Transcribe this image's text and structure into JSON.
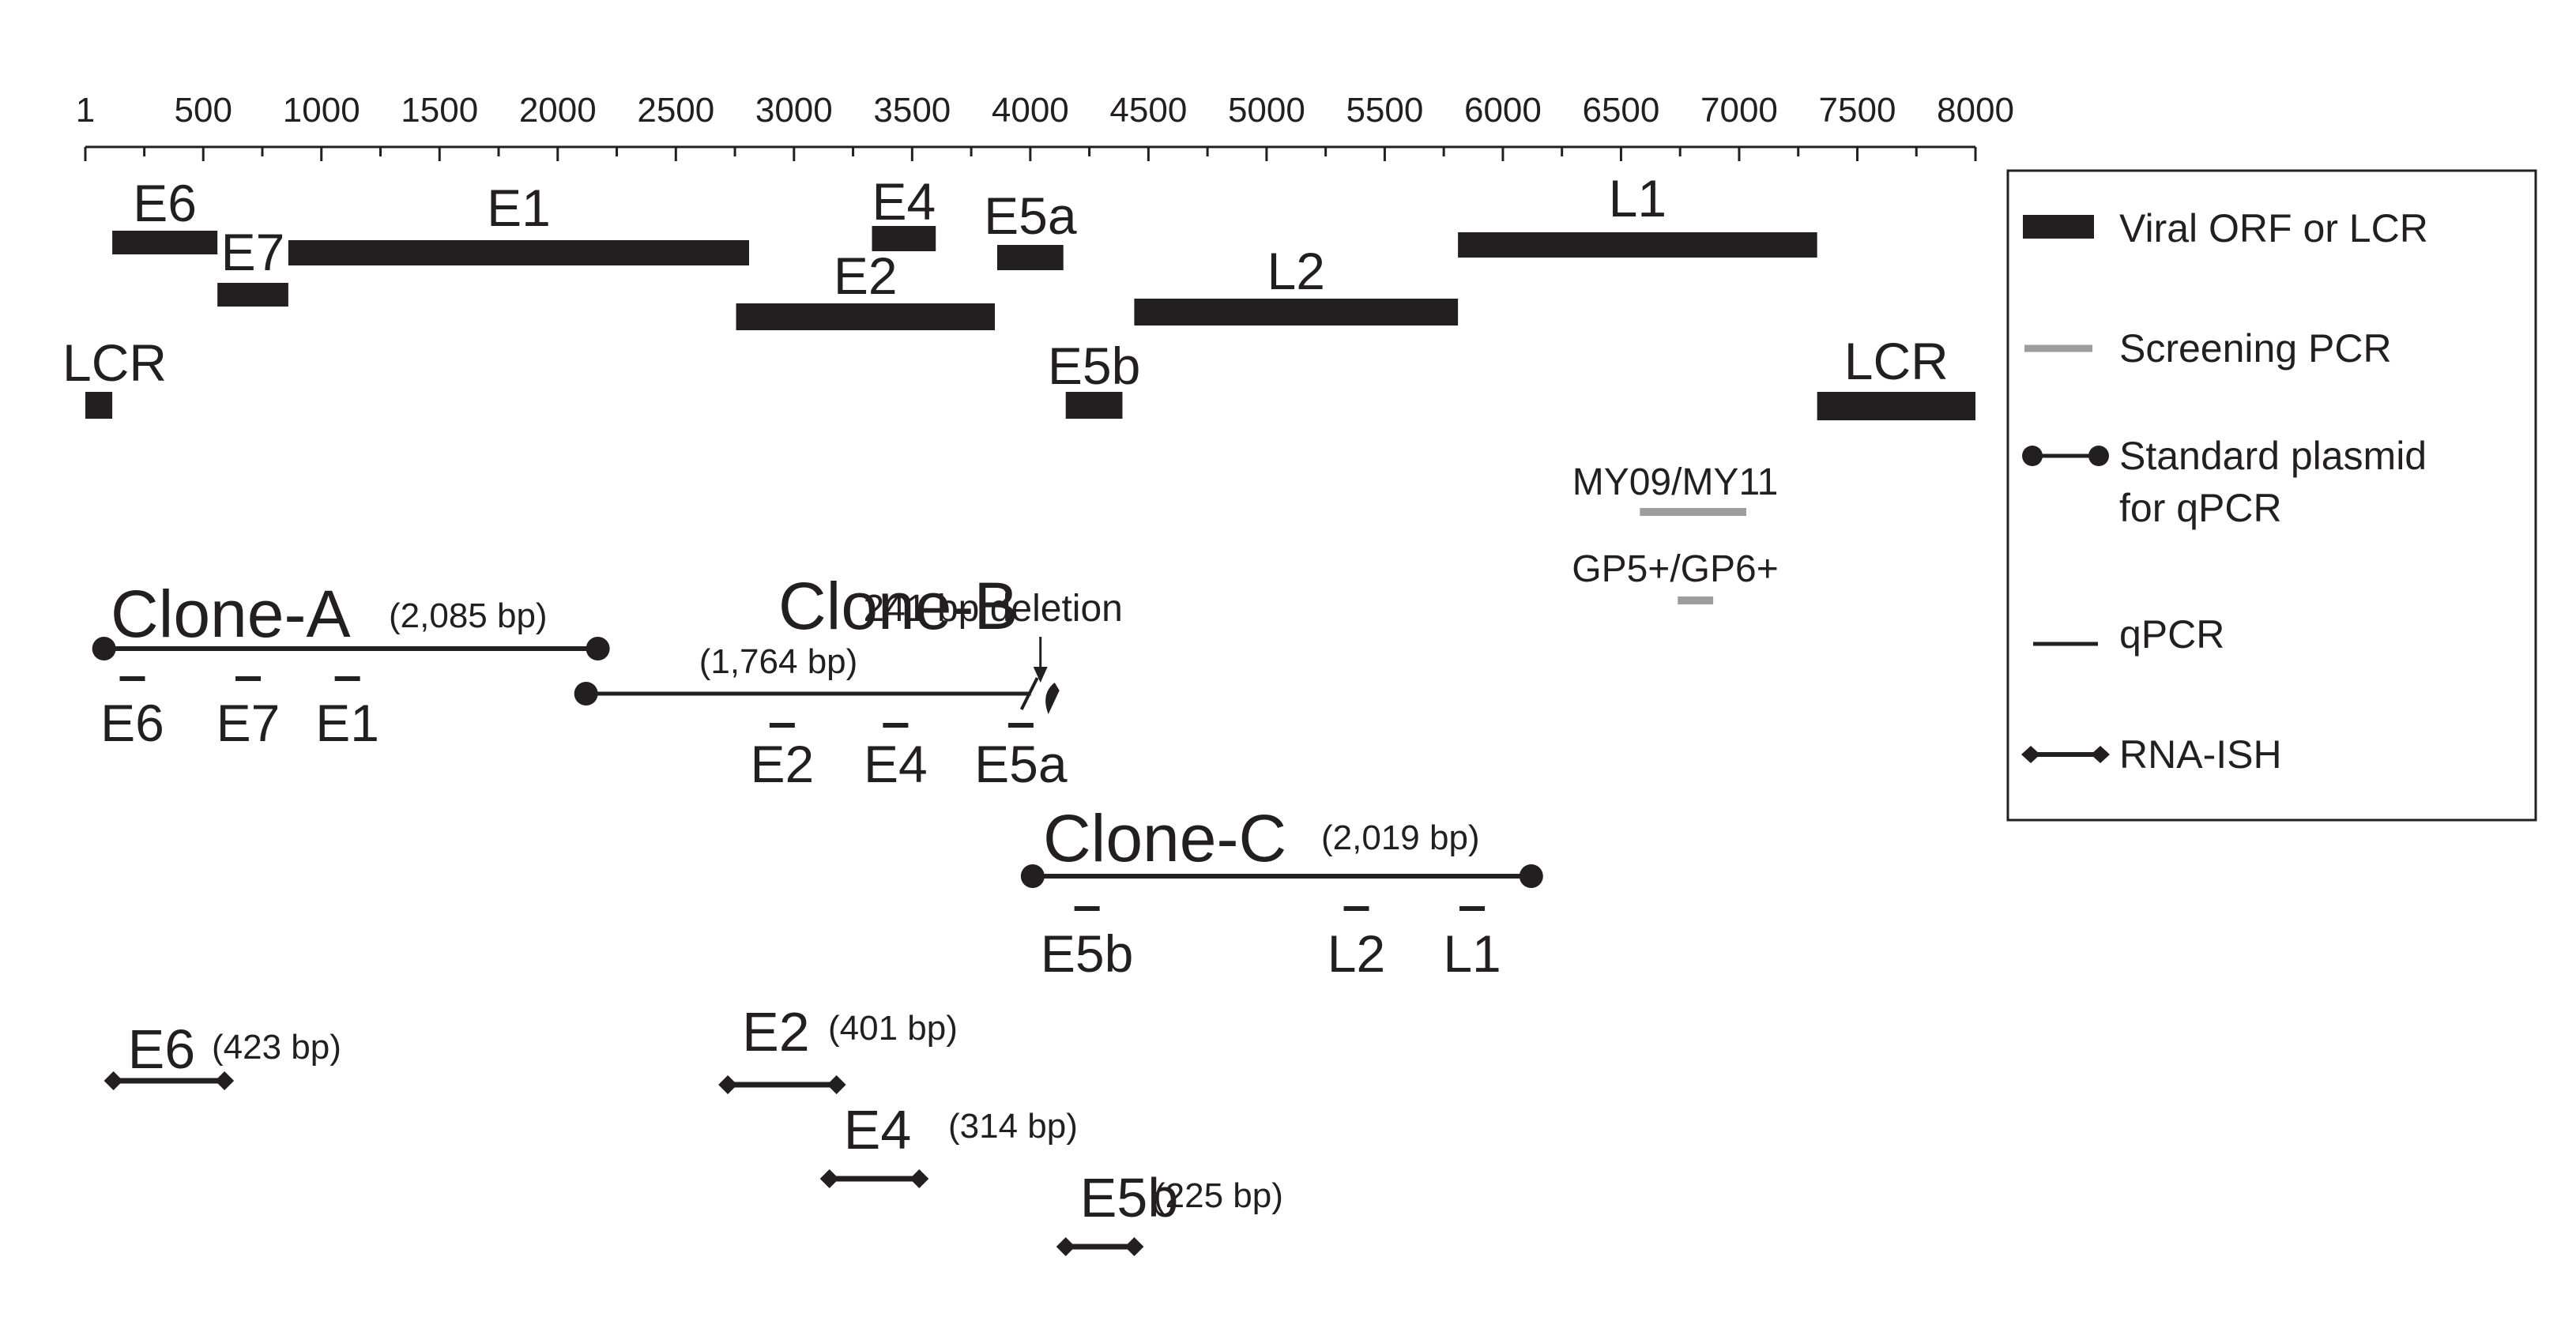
{
  "colors": {
    "ink": "#231f20",
    "screening_gray": "#9d9d9d"
  },
  "axis": {
    "min": 1,
    "max": 8000,
    "tick_labels": [
      "1",
      "500",
      "1000",
      "1500",
      "2000",
      "2500",
      "3000",
      "3500",
      "4000",
      "4500",
      "5000",
      "5500",
      "6000",
      "6500",
      "7000",
      "7500",
      "8000"
    ],
    "tick_values": [
      1,
      500,
      1000,
      1500,
      2000,
      2500,
      3000,
      3500,
      4000,
      4500,
      5000,
      5500,
      6000,
      6500,
      7000,
      7500,
      8000
    ]
  },
  "orfs": [
    {
      "label": "E6",
      "start": 115,
      "end": 560
    },
    {
      "label": "E7",
      "start": 560,
      "end": 860
    },
    {
      "label": "E1",
      "start": 860,
      "end": 2810
    },
    {
      "label": "E2",
      "start": 2755,
      "end": 3850
    },
    {
      "label": "E4",
      "start": 3330,
      "end": 3600
    },
    {
      "label": "E5a",
      "start": 3860,
      "end": 4140
    },
    {
      "label": "E5b",
      "start": 4150,
      "end": 4390
    },
    {
      "label": "L2",
      "start": 4440,
      "end": 5810
    },
    {
      "label": "L1",
      "start": 5810,
      "end": 7330
    },
    {
      "label": "LCR",
      "start": 7330,
      "end": 8000
    },
    {
      "label": "LCR",
      "start": 1,
      "end": 115
    }
  ],
  "screening_pcr": [
    {
      "label": "MY09/MY11",
      "start": 6580,
      "end": 7030
    },
    {
      "label": "GP5+/GP6+",
      "start": 6740,
      "end": 6890
    }
  ],
  "clones": [
    {
      "label": "Clone-A",
      "size": "(2,085 bp)",
      "start": 80,
      "end": 2170
    },
    {
      "label": "Clone-B",
      "size": "(1,764 bp)",
      "start": 2120,
      "end": 4150,
      "deletion_label": "241 bp deletion"
    },
    {
      "label": "Clone-C",
      "size": "(2,019 bp)",
      "start": 4010,
      "end": 6120
    }
  ],
  "qpcr": [
    {
      "label": "E6",
      "pos": 200
    },
    {
      "label": "E7",
      "pos": 690
    },
    {
      "label": "E1",
      "pos": 1110
    },
    {
      "label": "E2",
      "pos": 2950
    },
    {
      "label": "E4",
      "pos": 3430
    },
    {
      "label": "E5a",
      "pos": 3960
    },
    {
      "label": "E5b",
      "pos": 4240
    },
    {
      "label": "L2",
      "pos": 5380
    },
    {
      "label": "L1",
      "pos": 5870
    }
  ],
  "rna_ish": [
    {
      "label": "E6",
      "size": "(423 bp)",
      "start": 120,
      "end": 590
    },
    {
      "label": "E2",
      "size": "(401 bp)",
      "start": 2720,
      "end": 3180
    },
    {
      "label": "E4",
      "size": "(314 bp)",
      "start": 3150,
      "end": 3530
    },
    {
      "label": "E5b",
      "size": "(225 bp)",
      "start": 4150,
      "end": 4440
    }
  ],
  "legend": {
    "viral_orf": "Viral ORF or LCR",
    "screening_pcr": "Screening PCR",
    "standard_plasmid_line1": "Standard plasmid",
    "standard_plasmid_line2": "for qPCR",
    "qpcr": "qPCR",
    "rna_ish": "RNA-ISH"
  }
}
